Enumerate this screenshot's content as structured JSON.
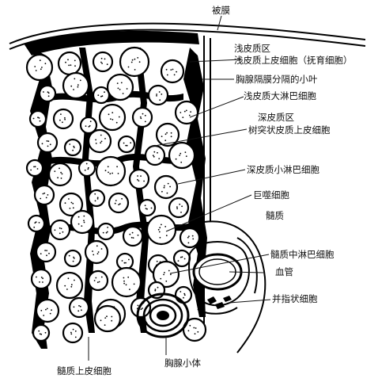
{
  "labels": {
    "capsule": "被膜",
    "superficial_cortex": "浅皮质区",
    "superficial_epithelial": "浅皮质上皮细胞（抚育细胞）",
    "septum": "胸腺隔膜分隔的小叶",
    "large_lymphocyte": "浅皮质大淋巴细胞",
    "deep_cortex": "深皮质区",
    "dendritic_epithelial": "树突状皮质上皮细胞",
    "small_lymphocyte": "深皮质小淋巴细胞",
    "macrophage": "巨噬细胞",
    "medulla": "髓质",
    "medullary_lymphocyte": "髓质中淋巴细胞",
    "vessel": "血管",
    "interdigitating": "并指状细胞",
    "medullary_epithelial": "髓质上皮细胞",
    "thymic_corpuscle": "胸腺小体"
  }
}
